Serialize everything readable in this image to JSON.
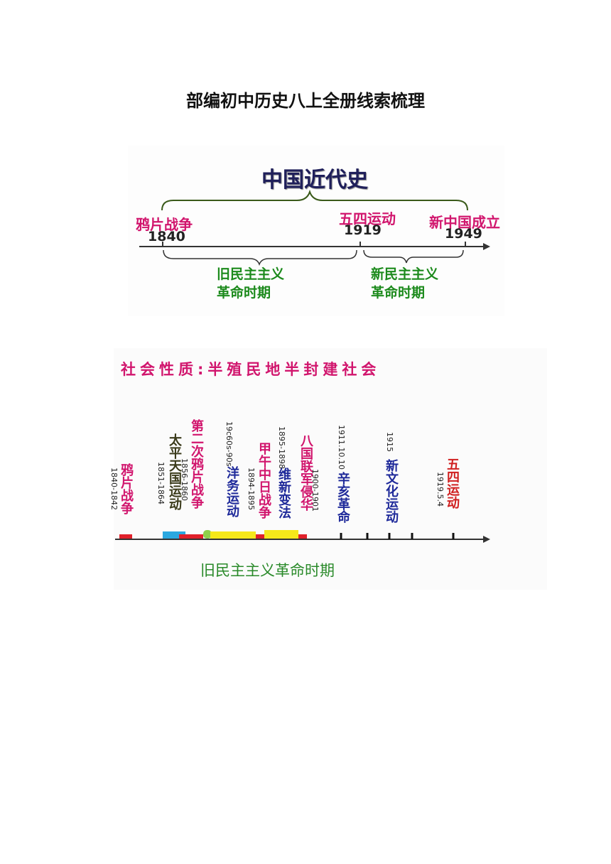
{
  "page_title": "部编初中历史八上全册线索梳理",
  "figure1": {
    "title": "中国近代史",
    "events": [
      {
        "label": "鸦片战争",
        "year": "1840"
      },
      {
        "label": "五四运动",
        "year": "1919"
      },
      {
        "label": "新中国成立",
        "year": "1949"
      }
    ],
    "periods": [
      {
        "line1": "旧民主主义",
        "line2": "革命时期"
      },
      {
        "line1": "新民主主义",
        "line2": "革命时期"
      }
    ],
    "colors": {
      "event": "#d1156d",
      "period": "#1c8a1c",
      "title": "#1f1f5a"
    }
  },
  "figure2": {
    "society": "社会性质:半殖民地半封建社会",
    "events": [
      {
        "label": "鸦片战争",
        "date": "1840-1842",
        "color": "pink"
      },
      {
        "label": "太平天国运动",
        "date": "1851-1864",
        "color": "olive"
      },
      {
        "label": "第二次鸦片战争",
        "date": "1856-1860",
        "color": "pink"
      },
      {
        "label": "洋务运动",
        "date": "19c60s-90s",
        "color": "blue"
      },
      {
        "label": "甲午中日战争",
        "date": "1894-1895",
        "color": "pink"
      },
      {
        "label": "维新变法",
        "date": "1895-1898",
        "color": "blue"
      },
      {
        "label": "八国联军侵华",
        "date": "1900-1901",
        "color": "pink"
      },
      {
        "label": "辛亥革命",
        "date": "1911.10.10",
        "color": "blue"
      },
      {
        "label": "新文化运动",
        "date": "1915",
        "color": "blue"
      },
      {
        "label": "五四运动",
        "date": "1919.5.4",
        "color": "red"
      }
    ],
    "period": "旧民主主义革命时期",
    "bar_colors": {
      "red": "#e0202a",
      "blue": "#2aa8e0",
      "yellow": "#f5e81a",
      "green": "#8ed04a"
    }
  }
}
